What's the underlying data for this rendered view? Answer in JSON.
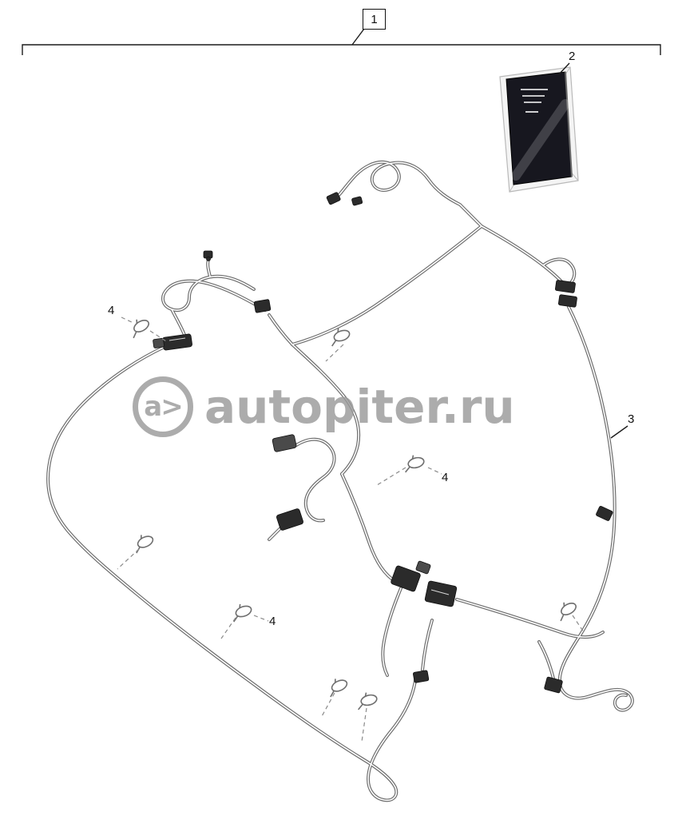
{
  "diagram": {
    "callouts": [
      {
        "label": "1"
      },
      {
        "label": "2"
      },
      {
        "label": "3"
      },
      {
        "label": "4"
      },
      {
        "label": "4"
      },
      {
        "label": "4"
      }
    ]
  },
  "watermark": {
    "logo": "a>",
    "domain": "autopiter.ru",
    "color": "#9b9b9b"
  },
  "colors": {
    "line": "#6e6e6e",
    "ink": "#1c1c1c",
    "connector": "#2b2b2b",
    "booklet_cover": "#17171f",
    "background": "#ffffff"
  }
}
